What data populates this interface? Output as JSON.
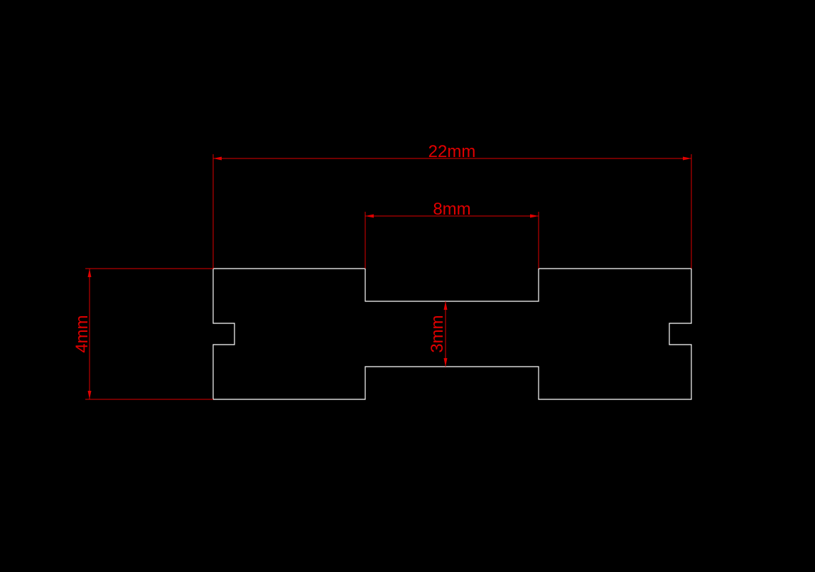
{
  "drawing": {
    "background_color": "#000000",
    "outline_color": "#ffffff",
    "dimension_color": "#e00000",
    "dimensions": {
      "overall_width": "22mm",
      "top_slot_width": "8mm",
      "overall_height": "4mm",
      "web_thickness": "3mm"
    }
  }
}
